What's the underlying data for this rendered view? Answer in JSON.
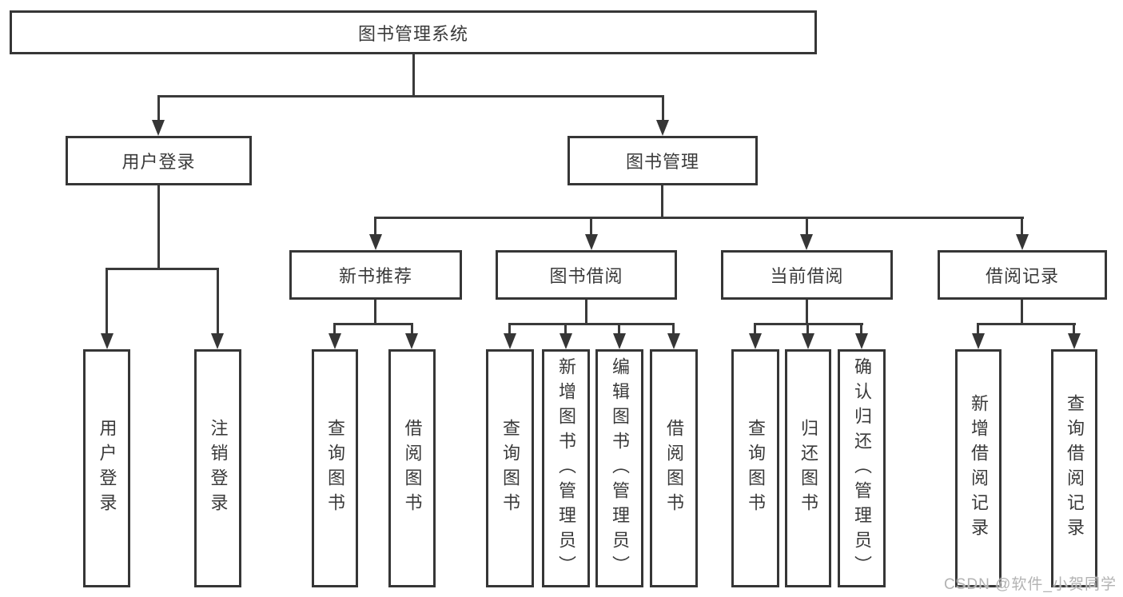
{
  "diagram": {
    "root": {
      "label": "图书管理系统"
    },
    "branches": [
      {
        "label": "用户登录",
        "leaves": [
          {
            "label": "用户登录"
          },
          {
            "label": "注销登录"
          }
        ]
      },
      {
        "label": "图书管理",
        "groups": [
          {
            "label": "新书推荐",
            "leaves": [
              {
                "label": "查询图书"
              },
              {
                "label": "借阅图书"
              }
            ]
          },
          {
            "label": "图书借阅",
            "leaves": [
              {
                "label": "查询图书"
              },
              {
                "label": "新增图书（管理员）"
              },
              {
                "label": "编辑图书（管理员）"
              },
              {
                "label": "借阅图书"
              }
            ]
          },
          {
            "label": "当前借阅",
            "leaves": [
              {
                "label": "查询图书"
              },
              {
                "label": "归还图书"
              },
              {
                "label": "确认归还（管理员）"
              }
            ]
          },
          {
            "label": "借阅记录",
            "leaves": [
              {
                "label": "新增借阅记录"
              },
              {
                "label": "查询借阅记录"
              }
            ]
          }
        ]
      }
    ]
  },
  "watermark": {
    "text": "CSDN @软件_小贺同学"
  },
  "colors": {
    "line": "#3a3a3a",
    "box_border": "#363636",
    "text": "#3a3a3a",
    "watermark": "#b3b3b3",
    "background": "#ffffff"
  }
}
